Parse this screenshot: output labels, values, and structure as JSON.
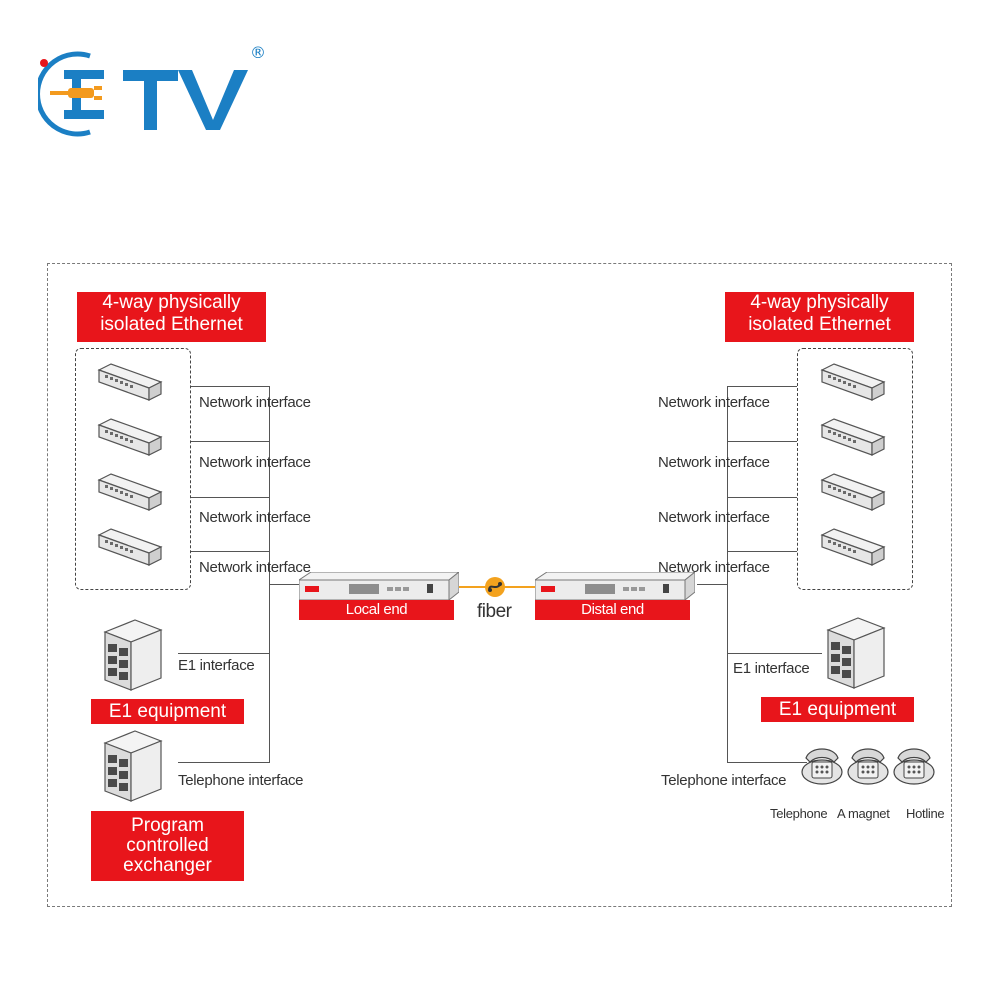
{
  "logo": {
    "text": "ETV",
    "reg": "®",
    "colors": {
      "blue": "#1b7fc4",
      "orange": "#f39a1e",
      "red": "#e8151b"
    }
  },
  "left": {
    "ethernet_title": [
      "4-way physically",
      "isolated Ethernet"
    ],
    "network_labels": [
      "Network interface",
      "Network interface",
      "Network interface",
      "Network interface"
    ],
    "e1_interface": "E1 interface",
    "e1_equipment": "E1 equipment",
    "telephone_interface": "Telephone interface",
    "pbx_title": [
      "Program",
      "controlled",
      "exchanger"
    ]
  },
  "right": {
    "ethernet_title": [
      "4-way physically",
      "isolated Ethernet"
    ],
    "network_labels": [
      "Network interface",
      "Network interface",
      "Network interface",
      "Network interface"
    ],
    "e1_interface": "E1 interface",
    "e1_equipment": "E1 equipment",
    "telephone_interface": "Telephone interface",
    "phone_labels": [
      "Telephone",
      "A magnet",
      "Hotline"
    ]
  },
  "center": {
    "local_end": "Local end",
    "distal_end": "Distal end",
    "fiber": "fiber"
  },
  "colors": {
    "accent": "#e8151b",
    "fiber": "#f3a21e",
    "line": "#555555"
  }
}
